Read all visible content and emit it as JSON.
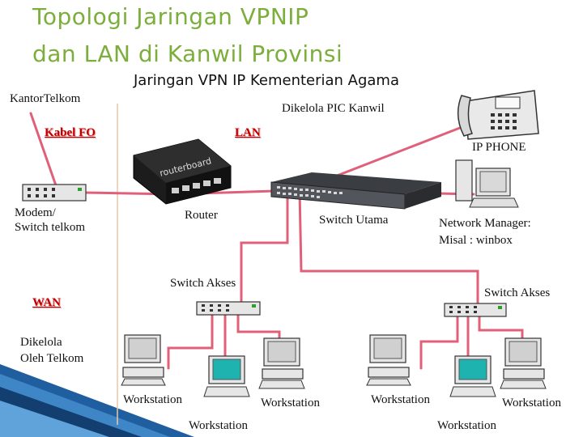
{
  "title_line1": "Topologi Jaringan VPNIP",
  "title_line2": "dan LAN di Kanwil Provinsi",
  "subtitle": "Jaringan VPN IP Kementerian Agama",
  "labels": {
    "kantor_telkom": "KantorTelkom",
    "kabel_fo": "Kabel FO",
    "lan": "LAN",
    "dikelola_pic": "Dikelola PIC Kanwil",
    "ip_phone": "IP PHONE",
    "modem_line1": "Modem/",
    "modem_line2": "Switch telkom",
    "router": "Router",
    "switch_utama": "Switch Utama",
    "network_manager_line1": "Network Manager:",
    "network_manager_line2": "Misal : winbox",
    "switch_akses_left": "Switch Akses",
    "switch_akses_right": "Switch Akses",
    "wan": "WAN",
    "dikelola_telkom_line1": "Dikelola",
    "dikelola_telkom_line2": "Oleh Telkom",
    "router_brand": "routerboard",
    "ws_l1": "Workstation",
    "ws_l2": "Workstation",
    "ws_l3": "Workstation",
    "ws_r1": "Workstation",
    "ws_r2": "Workstation",
    "ws_r3": "Workstation"
  },
  "colors": {
    "title": "#7cae3c",
    "cable": "#e0607a",
    "label_red": "#c00000",
    "accent_blue": "#1f5f9f"
  }
}
